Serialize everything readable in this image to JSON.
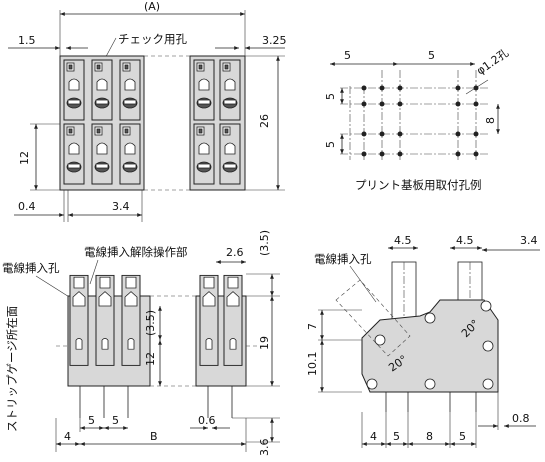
{
  "top_view": {
    "dim_a": "(A)",
    "dim_left": "1.5",
    "dim_right": "3.25",
    "check_hole_label": "チェック用孔",
    "dim_height": "26",
    "dim_row": "12",
    "dim_offset": "0.4",
    "dim_pitch": "3.4"
  },
  "pcb_layout": {
    "title": "プリント基板用取付孔例",
    "dim_top_left": "5",
    "dim_top_right": "5",
    "dim_hole": "φ1.2孔",
    "dim_left_upper": "5",
    "dim_left_lower": "5",
    "dim_right": "8"
  },
  "front_view": {
    "wire_hole_label": "電線挿入孔",
    "release_label": "電線挿入解除操作部",
    "strip_label": "ストリップゲージ所在面",
    "dim_26": "2.6",
    "dim_35_top": "(3.5)",
    "dim_35_mid": "(3.5)",
    "dim_12": "12",
    "dim_19": "19",
    "dim_pin_a": "5",
    "dim_pin_b": "5",
    "dim_06": "0.6",
    "dim_4": "4",
    "dim_b": "B",
    "dim_36": "3.6"
  },
  "side_view": {
    "wire_hole_label": "電線挿入孔",
    "dim_45_left": "4.5",
    "dim_45_right": "4.5",
    "dim_34": "3.4",
    "dim_7": "7",
    "dim_101": "10.1",
    "angle_a": "20°",
    "angle_b": "20°",
    "dim_08": "0.8",
    "dim_bot_4": "4",
    "dim_bot_5a": "5",
    "dim_bot_8": "8",
    "dim_bot_5b": "5"
  }
}
